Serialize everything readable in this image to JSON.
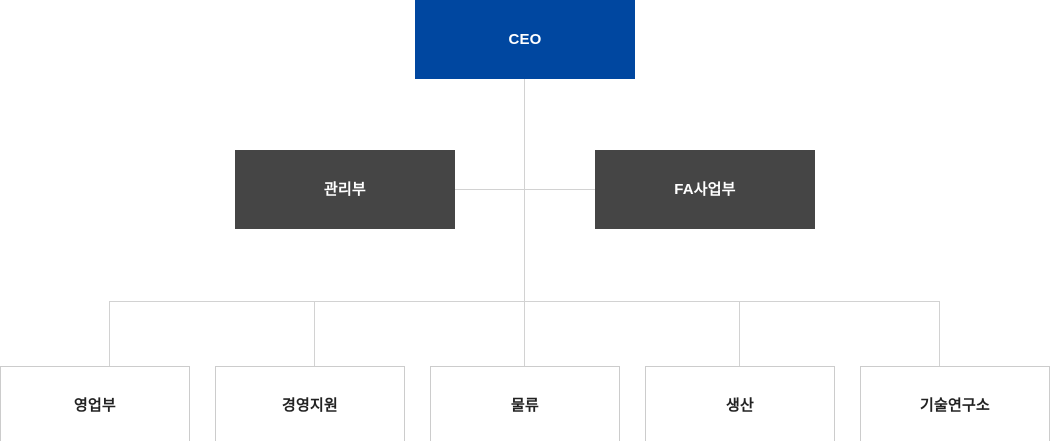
{
  "chart": {
    "title": "organization-chart",
    "colors": {
      "ceo_bg": "#0047a0",
      "dept_bg": "#454545",
      "leaf_border": "#cccccc",
      "line": "#d2d2d2",
      "page_bg": "#ffffff"
    },
    "ceo": {
      "label": "CEO"
    },
    "departments": [
      {
        "label": "관리부"
      },
      {
        "label": "FA사업부"
      }
    ],
    "teams": [
      {
        "label": "영업부"
      },
      {
        "label": "경영지원"
      },
      {
        "label": "물류"
      },
      {
        "label": "생산"
      },
      {
        "label": "기술연구소"
      }
    ]
  }
}
